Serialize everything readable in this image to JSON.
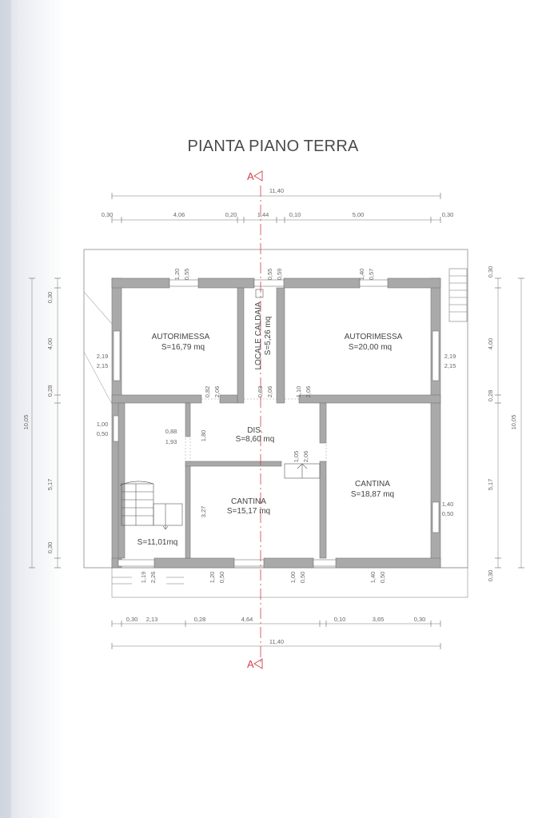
{
  "title": "PIANTA PIANO TERRA",
  "section_mark": "A",
  "rooms": [
    {
      "id": "autorimessa-left",
      "name": "AUTORIMESSA",
      "area": "S=16,79 mq"
    },
    {
      "id": "autorimessa-right",
      "name": "AUTORIMESSA",
      "area": "S=20,00 mq"
    },
    {
      "id": "locale-caldaia",
      "name": "LOCALE CALDAIA",
      "area": "S=5,26 mq"
    },
    {
      "id": "disimpegno",
      "name": "DIS.",
      "area": "S=8,60 mq"
    },
    {
      "id": "cantina-center",
      "name": "CANTINA",
      "area": "S=15,17 mq"
    },
    {
      "id": "cantina-right",
      "name": "CANTINA",
      "area": "S=18,87 mq"
    },
    {
      "id": "stair-room",
      "name": "",
      "area": "S=11,01mq"
    }
  ],
  "dims": {
    "top_total": "11,40",
    "top_chain": [
      "0,30",
      "4,06",
      "0,20",
      "1,44",
      "0,10",
      "5,00",
      "0,30"
    ],
    "bottom_total": "11,40",
    "bottom_chain": [
      "0,30",
      "2,13",
      "0,28",
      "4,64",
      "0,10",
      "3,65",
      "0,30"
    ],
    "left_total": "10,05",
    "left_chain": [
      "0,30",
      "4,00",
      "0,28",
      "5,17",
      "0,30"
    ],
    "right_total": "10,05",
    "right_chain": [
      "0,30",
      "4,00",
      "0,28",
      "5,17",
      "0,30"
    ],
    "openings": [
      {
        "a": "1,20",
        "b": "0,55"
      },
      {
        "a": "0,55",
        "b": "0,59"
      },
      {
        "a": "1,40",
        "b": "0,57"
      },
      {
        "a": "2,19",
        "b": "2,15"
      },
      {
        "a": "2,19",
        "b": "2,15"
      },
      {
        "a": "0,82",
        "b": "2,06"
      },
      {
        "a": "0,83",
        "b": "2,06"
      },
      {
        "a": "1,10",
        "b": "2,06"
      },
      {
        "a": "1,00",
        "b": "0,50"
      },
      {
        "a": "0,88",
        "b": "1,93"
      },
      {
        "a": "1,80",
        "b": ""
      },
      {
        "a": "1,05",
        "b": "2,06"
      },
      {
        "a": "1,40",
        "b": "0,50"
      },
      {
        "a": "3,27",
        "b": ""
      },
      {
        "a": "1,19",
        "b": "2,26"
      },
      {
        "a": "1,20",
        "b": "0,50"
      },
      {
        "a": "1,00",
        "b": "0,50"
      },
      {
        "a": "1,40",
        "b": "0,50"
      }
    ]
  },
  "colors": {
    "wall": "#a9a9a9",
    "wall_stroke": "#777777",
    "line": "#666666",
    "section": "#d0404a"
  }
}
